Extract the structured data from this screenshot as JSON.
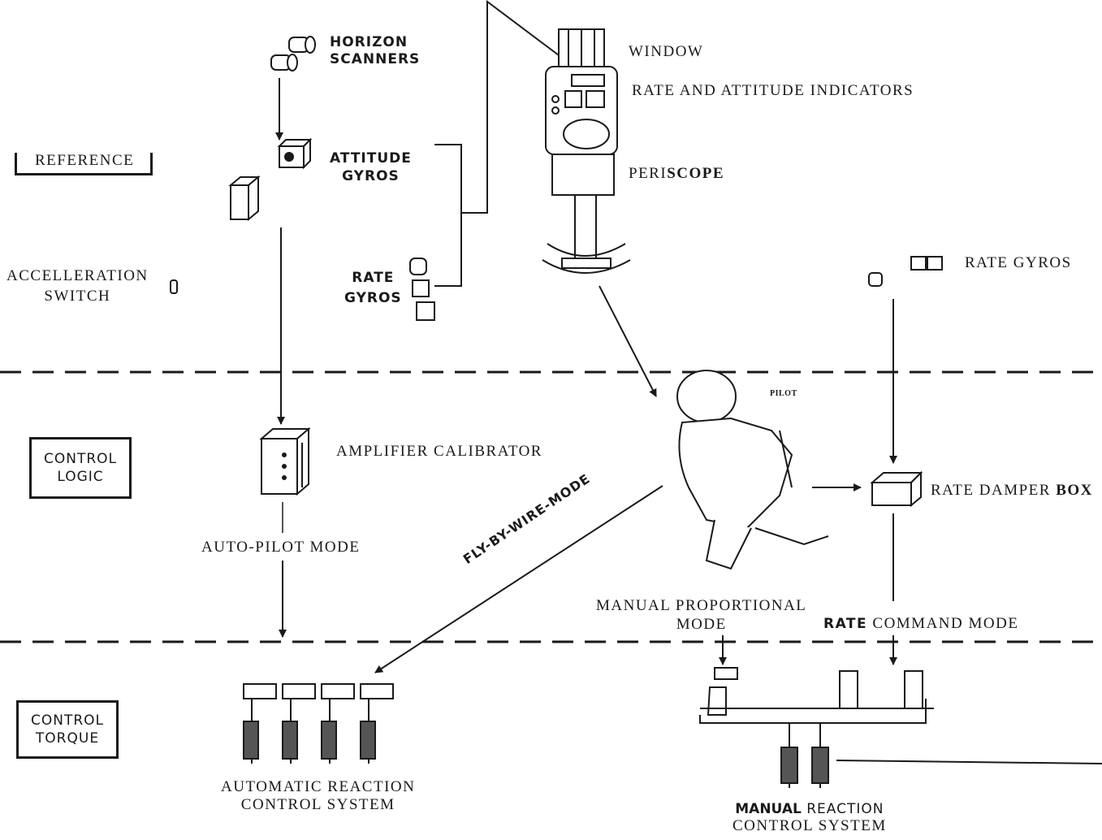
{
  "sections": {
    "reference": "REFERENCE",
    "control_logic": [
      "CONTROL",
      "LOGIC"
    ],
    "control_torque": [
      "CONTROL",
      "TORQUE"
    ]
  },
  "labels": {
    "horizon_scanners": [
      "HORIZON",
      "SCANNERS"
    ],
    "attitude_gyros": [
      "ATTITUDE",
      "GYROS"
    ],
    "rate_gyros_left": [
      "RATE",
      "GYROS"
    ],
    "acceleration_switch": [
      "ACCELLERATION",
      "SWITCH"
    ],
    "window": "WINDOW",
    "rate_attitude_indicators": "RATE AND ATTITUDE INDICATORS",
    "periscope_a": "PERI",
    "periscope_b": "SCOPE",
    "rate_gyros_right": "RATE GYROS",
    "pilot": "PILOT",
    "amplifier_calibrator": "AMPLIFIER CALIBRATOR",
    "rate_damper_a": "RATE DAMPER ",
    "rate_damper_b": "BOX",
    "auto_pilot_mode": "AUTO-PILOT MODE",
    "fly_by_wire": "FLY-BY-WIRE-MODE",
    "manual_proportional_mode": [
      "MANUAL PROPORTIONAL",
      "MODE"
    ],
    "rate_command_a": "RATE",
    "rate_command_b": " COMMAND MODE",
    "automatic_reaction": [
      "AUTOMATIC REACTION",
      "CONTROL SYSTEM"
    ],
    "manual_reaction_a": "MANUAL",
    "manual_reaction_b": " REACTION",
    "manual_reaction_c": "CONTROL SYSTEM"
  },
  "colors": {
    "ink": "#1a1a1a",
    "paper": "#ffffff"
  }
}
